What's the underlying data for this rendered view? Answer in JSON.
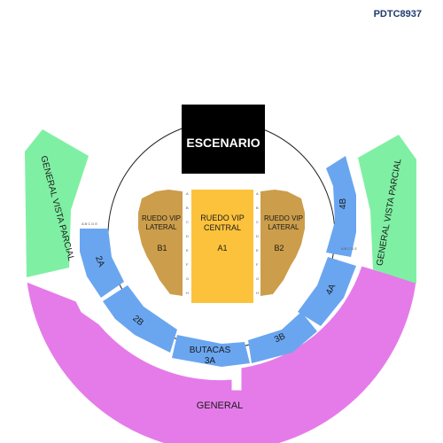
{
  "venue_code": "PDTC8937",
  "stage": {
    "label": "ESCENARIO"
  },
  "sections": {
    "general": {
      "label": "GENERAL",
      "color": "#e57be9"
    },
    "general_vista_parcial_left": {
      "label": "GENERAL VISTA PARCIAL",
      "color": "#7ff0a3"
    },
    "general_vista_parcial_right": {
      "label": "GENERAL VISTA PARCIAL",
      "color": "#7ff0a3"
    },
    "butacas": {
      "color": "#6aa6f0",
      "items": [
        {
          "id": "2A",
          "label": "2A"
        },
        {
          "id": "2B",
          "label": "2B"
        },
        {
          "id": "3A",
          "label_line1": "BUTACAS",
          "label_line2": "3A"
        },
        {
          "id": "3B",
          "label": "3B"
        },
        {
          "id": "4A",
          "label": "4A"
        },
        {
          "id": "4B",
          "label": "4B"
        }
      ]
    },
    "ruedo_vip_central": {
      "line1": "RUEDO VIP",
      "line2": "CENTRAL",
      "code": "A1",
      "color": "#fcc23c"
    },
    "ruedo_vip_lateral_left": {
      "line1": "RUEDO VIP",
      "line2": "LATERAL",
      "code": "B1",
      "color": "#cc9d4a"
    },
    "ruedo_vip_lateral_right": {
      "line1": "RUEDO VIP",
      "line2": "LATERAL",
      "code": "B2",
      "color": "#cc9d4a"
    }
  }
}
